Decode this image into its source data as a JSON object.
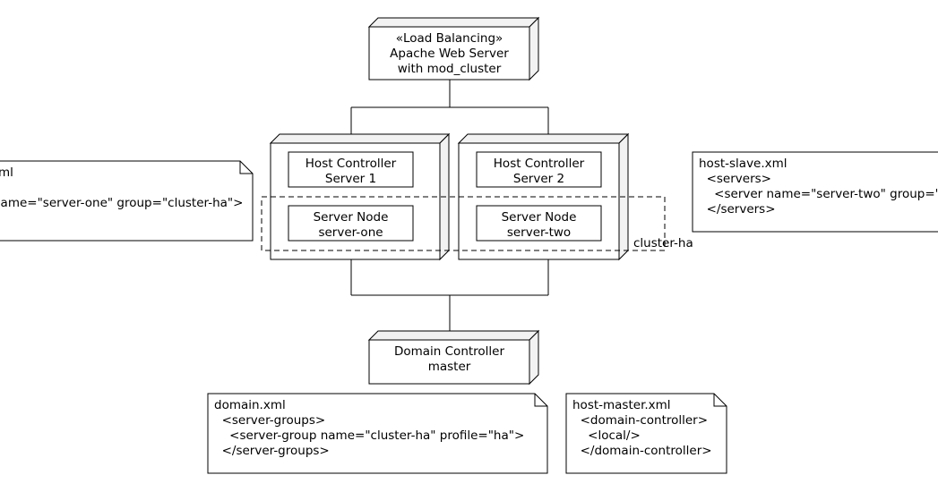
{
  "nodes": {
    "load_balancer": [
      "«Load Balancing»",
      "Apache Web Server",
      "with mod_cluster"
    ],
    "host1": {
      "controller": [
        "Host Controller",
        "Server 1"
      ],
      "server": [
        "Server Node",
        "server-one"
      ]
    },
    "host2": {
      "controller": [
        "Host Controller",
        "Server 2"
      ],
      "server": [
        "Server Node",
        "server-two"
      ]
    },
    "domain_controller": [
      "Domain Controller",
      "master"
    ]
  },
  "group_label": "cluster-ha",
  "notes": {
    "host_slave_left": [
      "ml",
      "name=\"server-one\" group=\"cluster-ha\">"
    ],
    "host_slave": [
      "host-slave.xml",
      "  <servers>",
      "    <server name=\"server-two\" group=\"cluster-ha\">",
      "  </servers>"
    ],
    "domain_xml": [
      "domain.xml",
      "  <server-groups>",
      "    <server-group name=\"cluster-ha\" profile=\"ha\">",
      "  </server-groups>"
    ],
    "host_master": [
      "host-master.xml",
      "  <domain-controller>",
      "    <local/>",
      "  </domain-controller>"
    ]
  }
}
